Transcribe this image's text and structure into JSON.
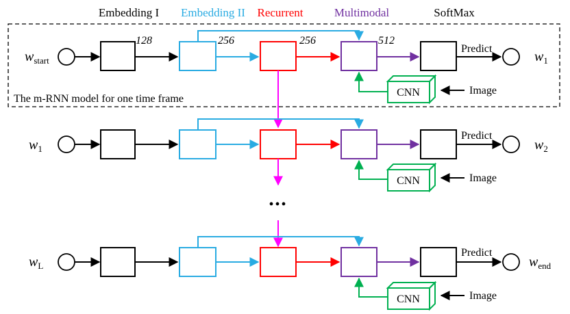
{
  "legend": [
    {
      "label": "Embedding I",
      "color": "#000000"
    },
    {
      "label": "Embedding II",
      "color": "#29abe2"
    },
    {
      "label": "Recurrent",
      "color": "#ff0000"
    },
    {
      "label": "Multimodal",
      "color": "#7030a0"
    },
    {
      "label": "SoftMax",
      "color": "#000000"
    }
  ],
  "colors": {
    "black": "#000000",
    "embedding2": "#29abe2",
    "recurrent": "#ff0000",
    "multimodal": "#7030a0",
    "cnn": "#00b050",
    "magenta": "#ff00ff"
  },
  "frame_caption": "The m-RNN model for one time frame",
  "dims": [
    "128",
    "256",
    "256",
    "512"
  ],
  "predict_label": "Predict",
  "cnn_label": "CNN",
  "image_label": "Image",
  "ellipsis": "•••",
  "rows": [
    {
      "input": {
        "base": "w",
        "sub": "start"
      },
      "output": {
        "base": "w",
        "sub": "1"
      }
    },
    {
      "input": {
        "base": "w",
        "sub": "1"
      },
      "output": {
        "base": "w",
        "sub": "2"
      }
    },
    {
      "input": {
        "base": "w",
        "sub": "L"
      },
      "output": {
        "base": "w",
        "sub": "end"
      }
    }
  ]
}
